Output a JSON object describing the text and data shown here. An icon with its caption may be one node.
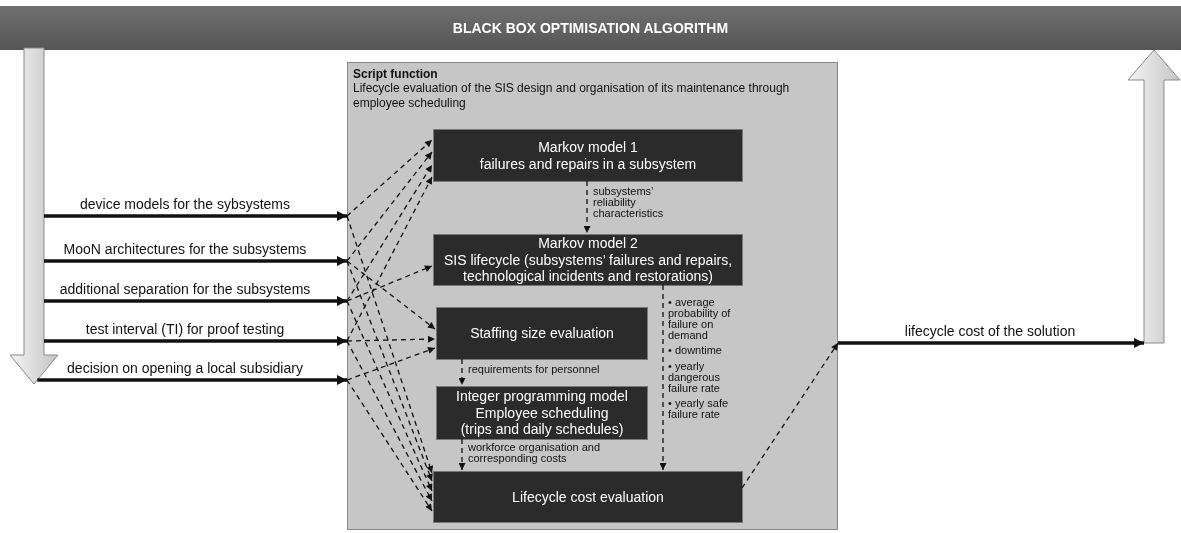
{
  "diagram": {
    "nodes": [
      {
        "text": [
          "BLACK BOX OPTIMISATION ALGORITHM"
        ]
      },
      {
        "text": [],
        "shape": "arrow"
      },
      {
        "text": [],
        "shape": "arrow"
      },
      {
        "text": [
          "Script function",
          "Lifecycle evaluation of the SIS design and organisation of its maintenance through employee scheduling"
        ]
      },
      {
        "text": [
          "Markov model 1",
          "failures and repairs in a subsystem"
        ],
        "in": 3
      },
      {
        "text": [
          "Markov model 2",
          "SIS lifecycle (subsystems’ failures and repairs, technological incidents and restorations)"
        ],
        "in": 3
      },
      {
        "text": [
          "Staffing size evaluation"
        ],
        "in": 3
      },
      {
        "text": [
          "Integer programming model",
          "Employee scheduling",
          "(trips and daily schedules)"
        ],
        "in": 3
      },
      {
        "text": [
          "Lifecycle cost evaluation"
        ],
        "in": 3
      }
    ],
    "edges": [
      {
        "from": 1,
        "to": 3,
        "arrow": "to",
        "label": "device models for the sybsystems",
        "style": "thick"
      },
      {
        "from": 1,
        "to": 3,
        "arrow": "to",
        "label": "MooN architectures for the subsystems",
        "style": "thick"
      },
      {
        "from": 1,
        "to": 3,
        "arrow": "to",
        "label": "additional separation for the subsystems",
        "style": "thick"
      },
      {
        "from": 1,
        "to": 3,
        "arrow": "to",
        "label": "test interval (TI) for proof testing",
        "style": "thick"
      },
      {
        "from": 1,
        "to": 3,
        "arrow": "to",
        "label": "decision on opening a local subsidiary",
        "style": "thick"
      },
      {
        "from": 3,
        "to": 4,
        "arrow": "to",
        "style": "dashed"
      },
      {
        "from": 3,
        "to": 8,
        "arrow": "to",
        "style": "dashed"
      },
      {
        "from": 3,
        "to": 4,
        "arrow": "to",
        "style": "dashed"
      },
      {
        "from": 3,
        "to": 6,
        "arrow": "to",
        "style": "dashed"
      },
      {
        "from": 3,
        "to": 8,
        "arrow": "to",
        "style": "dashed"
      },
      {
        "from": 3,
        "to": 4,
        "arrow": "to",
        "style": "dashed"
      },
      {
        "from": 3,
        "to": 5,
        "arrow": "to",
        "style": "dashed"
      },
      {
        "from": 3,
        "to": 8,
        "arrow": "to",
        "style": "dashed"
      },
      {
        "from": 3,
        "to": 4,
        "arrow": "to",
        "style": "dashed"
      },
      {
        "from": 3,
        "to": 6,
        "arrow": "to",
        "style": "dashed"
      },
      {
        "from": 3,
        "to": 8,
        "arrow": "to",
        "style": "dashed"
      },
      {
        "from": 3,
        "to": 6,
        "arrow": "to",
        "style": "dashed"
      },
      {
        "from": 3,
        "to": 8,
        "arrow": "to",
        "style": "dashed"
      },
      {
        "from": 4,
        "to": 5,
        "arrow": "to",
        "label": "subsystems’ reliability characteristics",
        "style": "dashed"
      },
      {
        "from": 5,
        "to": 8,
        "arrow": "to",
        "style": "dashed"
      },
      {
        "from": 6,
        "to": 7,
        "arrow": "to",
        "label": "requirements for personnel",
        "style": "dashed"
      },
      {
        "from": 7,
        "to": 8,
        "arrow": "to",
        "label": "workforce organisation and corresponding costs",
        "style": "dashed"
      },
      {
        "from": 8,
        "to": 3,
        "arrow": "to",
        "style": "dashed"
      },
      {
        "from": 3,
        "to": 2,
        "arrow": "to",
        "label": "lifecycle cost of the solution",
        "style": "thick"
      }
    ],
    "labels": [
      "• average probability of failure on demand",
      "• downtime",
      "• yearly dangerous failure rate",
      "• yearly safe failure rate"
    ]
  }
}
